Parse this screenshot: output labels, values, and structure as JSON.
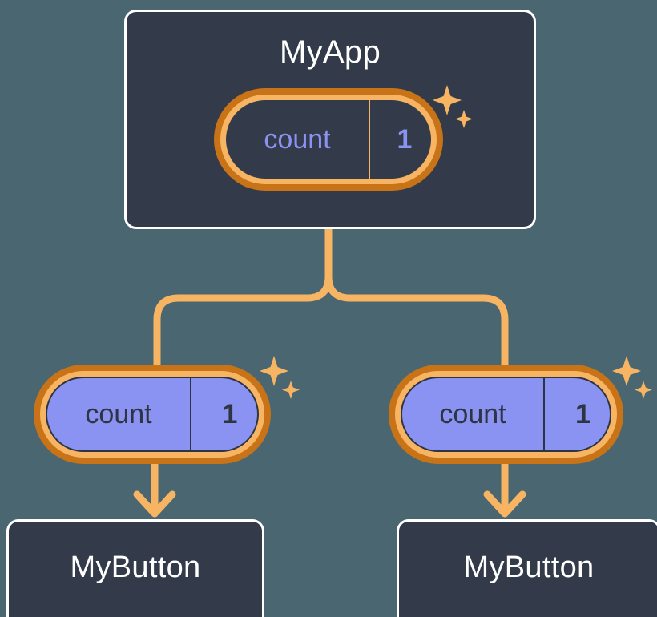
{
  "diagram": {
    "title_hidden": "",
    "background_color": "#4a6670",
    "accent_orange_dark": "#c97318",
    "accent_orange_light": "#f7b563",
    "state_fill_purple": "#8b93f2",
    "box_fill": "#333a49",
    "box_border": "#ffffff"
  },
  "nodes": {
    "app": {
      "label": "MyApp",
      "state": {
        "key": "count",
        "value": "1",
        "style": "hollow"
      },
      "sparkle_icon": "sparkle-icon"
    },
    "child_left": {
      "label": "MyButton",
      "state": {
        "key": "count",
        "value": "1",
        "style": "filled"
      },
      "sparkle_icon": "sparkle-icon"
    },
    "child_right": {
      "label": "MyButton",
      "state": {
        "key": "count",
        "value": "1",
        "style": "filled"
      },
      "sparkle_icon": "sparkle-icon"
    }
  },
  "connectors": {
    "split_icon": "branch-connector",
    "arrow_icon": "arrow-down-icon",
    "color": "#f7b563"
  }
}
